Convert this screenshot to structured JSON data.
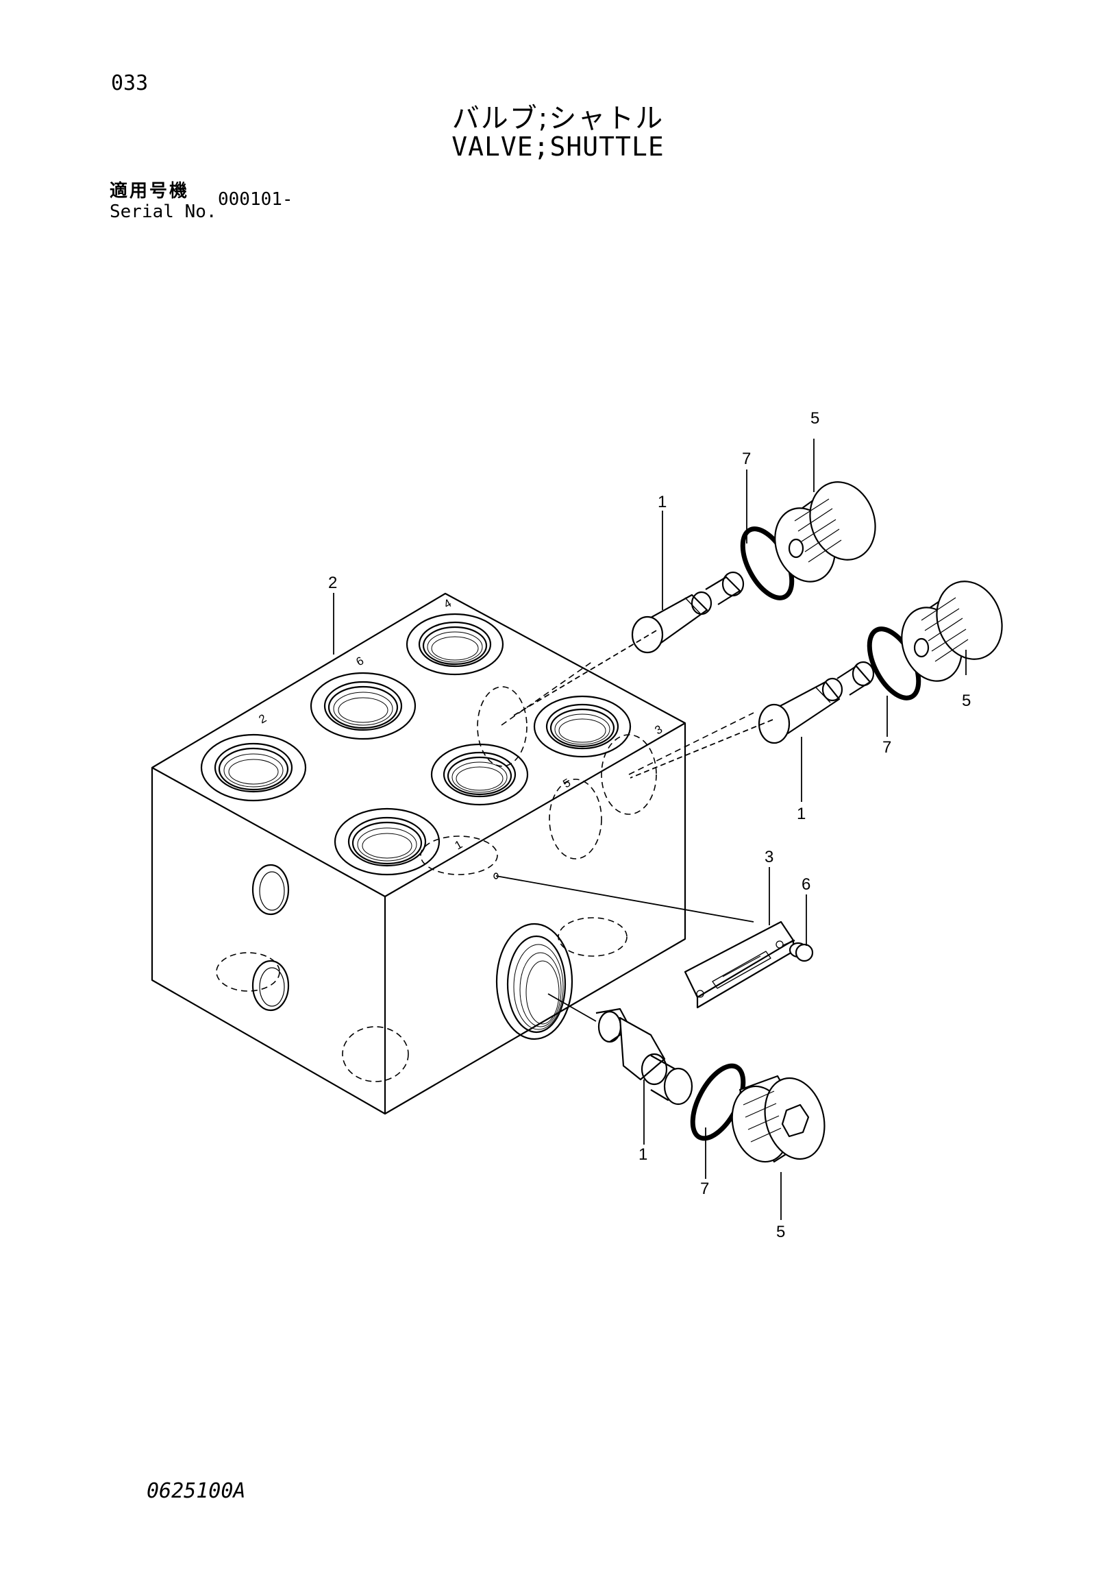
{
  "header": {
    "page_number": "033",
    "title_jp": "バルブ;シャトル",
    "title_en": "VALVE;SHUTTLE",
    "serial_label_jp": "適用号機",
    "serial_label_en": "Serial No.",
    "serial_value": "000101-"
  },
  "callouts": {
    "c1a": "1",
    "c1b": "1",
    "c1c": "1",
    "c2": "2",
    "c3": "3",
    "c5a": "5",
    "c5b": "5",
    "c5c": "5",
    "c6": "6",
    "c7a": "7",
    "c7b": "7",
    "c7c": "7"
  },
  "port_numbers": {
    "p4": "4",
    "p6": "6",
    "p2": "2",
    "p3": "3",
    "p5": "5",
    "p1": "1"
  },
  "footer": {
    "drawing_code": "0625100A"
  }
}
